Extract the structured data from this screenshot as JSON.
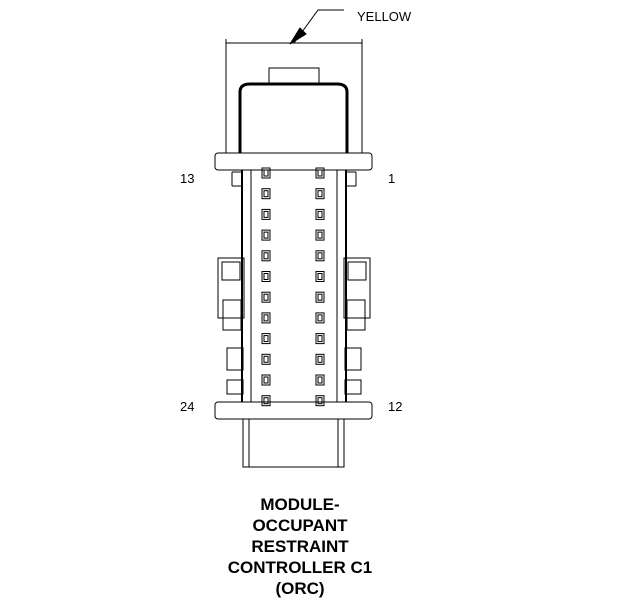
{
  "callout": {
    "color_label": "YELLOW"
  },
  "pins": {
    "top_left": "13",
    "top_right": "1",
    "bottom_left": "24",
    "bottom_right": "12"
  },
  "caption": {
    "lines": [
      "MODULE-",
      "OCCUPANT",
      "RESTRAINT",
      "CONTROLLER C1",
      "(ORC)"
    ]
  },
  "colors": {
    "line": "#000000",
    "background": "#ffffff"
  }
}
